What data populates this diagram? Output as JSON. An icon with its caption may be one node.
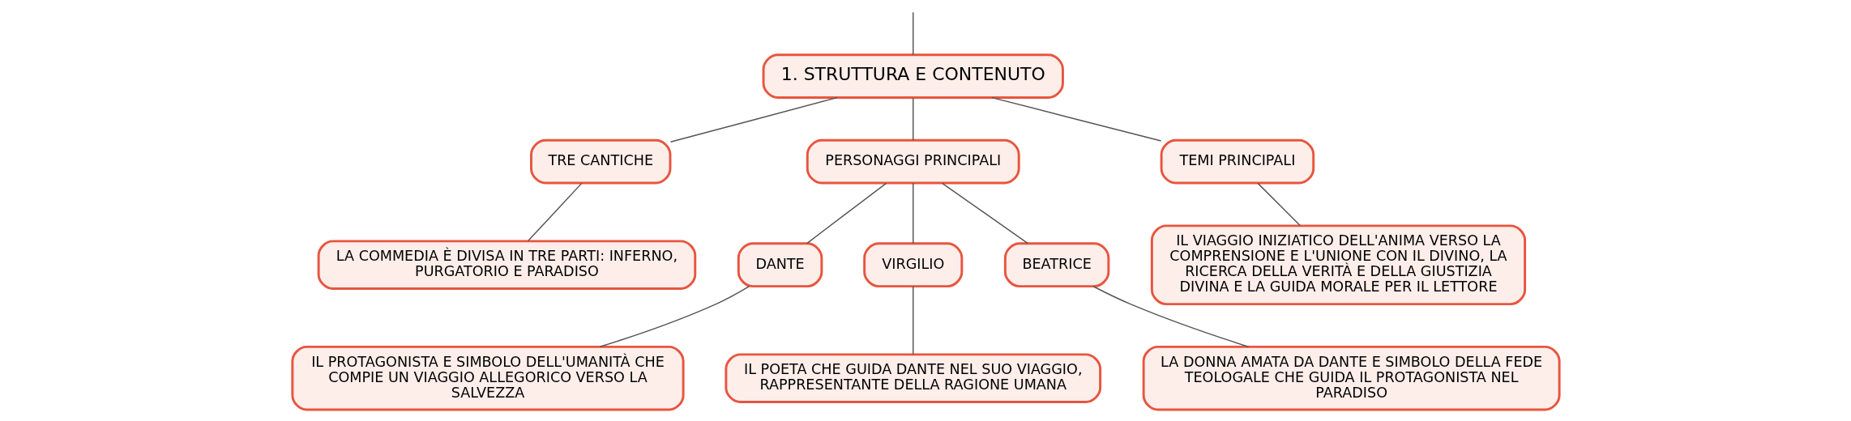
{
  "diagram": {
    "nodes": [
      {
        "text": [
          "1. STRUTTURA E CONTENUTO"
        ]
      },
      {
        "text": [
          "TRE CANTICHE"
        ]
      },
      {
        "text": [
          "PERSONAGGI PRINCIPALI"
        ]
      },
      {
        "text": [
          "TEMI PRINCIPALI"
        ]
      },
      {
        "text": [
          "LA COMMEDIA È DIVISA IN TRE PARTI: INFERNO, PURGATORIO E PARADISO"
        ]
      },
      {
        "text": [
          "DANTE"
        ]
      },
      {
        "text": [
          "VIRGILIO"
        ]
      },
      {
        "text": [
          "BEATRICE"
        ]
      },
      {
        "text": [
          "IL PROTAGONISTA E SIMBOLO DELL'UMANITÀ CHE COMPIE UN VIAGGIO ALLEGORICO VERSO LA SALVEZZA"
        ]
      },
      {
        "text": [
          "IL POETA CHE GUIDA DANTE NEL SUO VIAGGIO, RAPPRESENTANTE DELLA RAGIONE UMANA"
        ]
      },
      {
        "text": [
          "LA DONNA AMATA DA DANTE E SIMBOLO DELLA FEDE TEOLOGALE CHE GUIDA IL PROTAGONISTA NEL PARADISO"
        ]
      },
      {
        "text": [
          "IL VIAGGIO INIZIATICO DELL'ANIMA VERSO LA COMPRENSIONE E L'UNIONE CON IL DIVINO, LA RICERCA DELLA VERITÀ E DELLA GIUSTIZIA DIVINA E LA GUIDA MORALE PER IL LETTORE"
        ]
      }
    ],
    "edges": [
      {
        "from": null,
        "to": 0,
        "arrow": "none"
      },
      {
        "from": 0,
        "to": 1,
        "arrow": "none"
      },
      {
        "from": 0,
        "to": 2,
        "arrow": "none"
      },
      {
        "from": 0,
        "to": 3,
        "arrow": "none"
      },
      {
        "from": 1,
        "to": 4,
        "arrow": "none"
      },
      {
        "from": 2,
        "to": 5,
        "arrow": "none"
      },
      {
        "from": 2,
        "to": 6,
        "arrow": "none"
      },
      {
        "from": 2,
        "to": 7,
        "arrow": "none"
      },
      {
        "from": 5,
        "to": 8,
        "arrow": "none"
      },
      {
        "from": 6,
        "to": 9,
        "arrow": "none"
      },
      {
        "from": 7,
        "to": 10,
        "arrow": "none"
      },
      {
        "from": 3,
        "to": 11,
        "arrow": "none"
      }
    ]
  }
}
